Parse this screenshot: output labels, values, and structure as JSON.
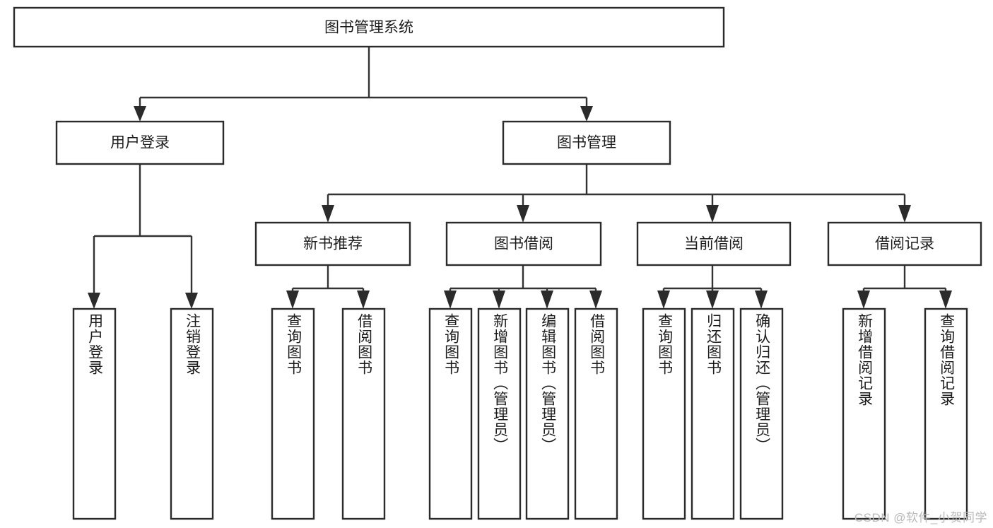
{
  "diagram": {
    "title": "图书管理系统",
    "watermark": "CSDN @软件_小贺同学",
    "colors": {
      "stroke": "#2b2b2b",
      "edge": "#333333",
      "node_fill": "#ffffff",
      "text": "#1c1c1c",
      "watermark": "#b9b9b9",
      "background": "#ffffff"
    },
    "root": {
      "label": "图书管理系统"
    },
    "level2": [
      {
        "label": "用户登录"
      },
      {
        "label": "图书管理"
      }
    ],
    "level3": [
      {
        "label": "新书推荐"
      },
      {
        "label": "图书借阅"
      },
      {
        "label": "当前借阅"
      },
      {
        "label": "借阅记录"
      }
    ],
    "leaves": {
      "user_login": [
        {
          "label": "用户登录"
        },
        {
          "label": "注销登录"
        }
      ],
      "new_book_recommend": [
        {
          "label": "查询图书"
        },
        {
          "label": "借阅图书"
        }
      ],
      "book_borrow": [
        {
          "label": "查询图书"
        },
        {
          "label": "新增图书（管理员）"
        },
        {
          "label": "编辑图书（管理员）"
        },
        {
          "label": "借阅图书"
        }
      ],
      "current_borrow": [
        {
          "label": "查询图书"
        },
        {
          "label": "归还图书"
        },
        {
          "label": "确认归还（管理员）"
        }
      ],
      "borrow_record": [
        {
          "label": "新增借阅记录"
        },
        {
          "label": "查询借阅记录"
        }
      ]
    }
  }
}
